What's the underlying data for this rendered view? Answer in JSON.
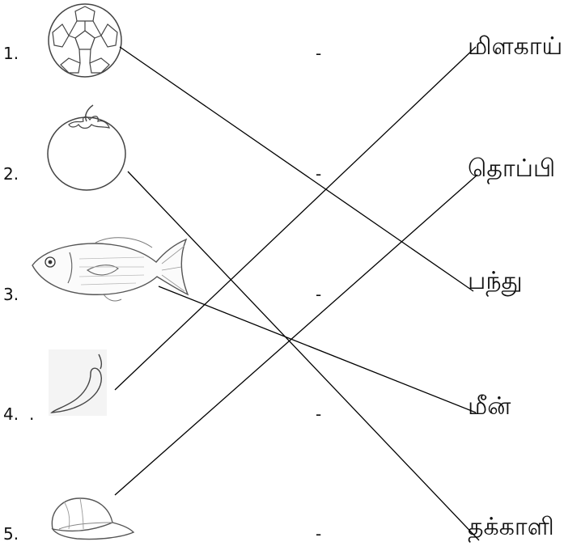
{
  "left_items": [
    {
      "number": "1.",
      "picture": "football-icon"
    },
    {
      "number": "2.",
      "picture": "tomato-icon"
    },
    {
      "number": "3.",
      "picture": "fish-icon"
    },
    {
      "number": "4.",
      "picture": "chili-pepper-icon",
      "trailing_mark": "."
    },
    {
      "number": "5.",
      "picture": "cap-icon"
    }
  ],
  "separator": "-",
  "right_words": [
    "மிளகாய்",
    "தொப்பி",
    "பந்து",
    "மீன்",
    "தக்காளி"
  ],
  "matches": [
    {
      "left_item": 1,
      "right_word": 3
    },
    {
      "left_item": 2,
      "right_word": 5
    },
    {
      "left_item": 3,
      "right_word": 4
    },
    {
      "left_item": 4,
      "right_word": 1
    },
    {
      "left_item": 5,
      "right_word": 2
    }
  ]
}
